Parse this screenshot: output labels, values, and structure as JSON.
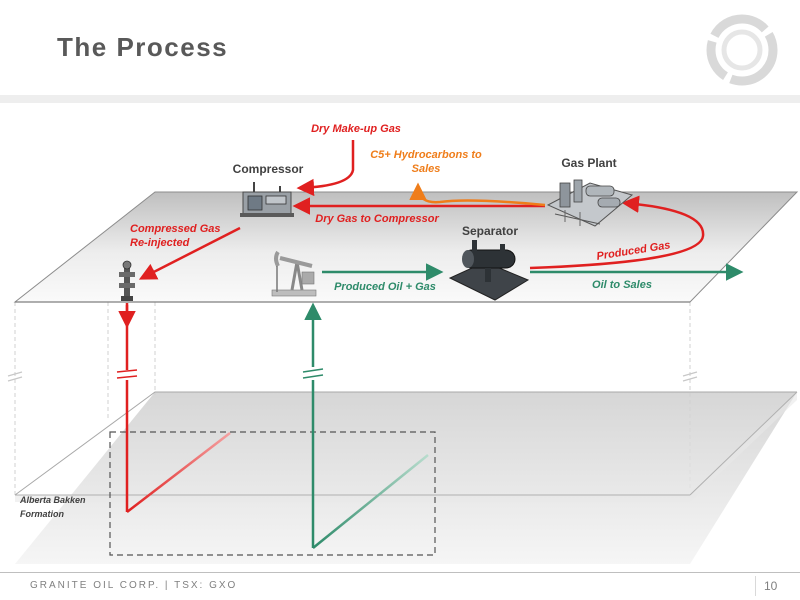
{
  "slide": {
    "title": "The Process",
    "footer": "GRANITE OIL CORP. | TSX: GXO",
    "page_number": "10"
  },
  "diagram": {
    "labels": {
      "dry_makeup_gas": "Dry Make-up Gas",
      "compressor": "Compressor",
      "c5_line1": "C5+ Hydrocarbons to",
      "c5_line2": "Sales",
      "gas_plant": "Gas Plant",
      "dry_gas_to_compressor": "Dry Gas to Compressor",
      "separator": "Separator",
      "compressed_gas_line1": "Compressed Gas",
      "compressed_gas_line2": "Re-injected",
      "produced_gas": "Produced Gas",
      "produced_oil_gas": "Produced Oil + Gas",
      "oil_to_sales": "Oil to Sales",
      "formation_line1": "Alberta Bakken",
      "formation_line2": "Formation"
    },
    "icons": [
      "compressor-icon",
      "gas-plant-icon",
      "separator-icon",
      "injection-wellhead-icon",
      "pumpjack-icon",
      "logo-icon"
    ],
    "colors": {
      "red": "#e02020",
      "orange": "#ef7d1a",
      "green": "#2e8b6a",
      "title": "#595959"
    }
  }
}
